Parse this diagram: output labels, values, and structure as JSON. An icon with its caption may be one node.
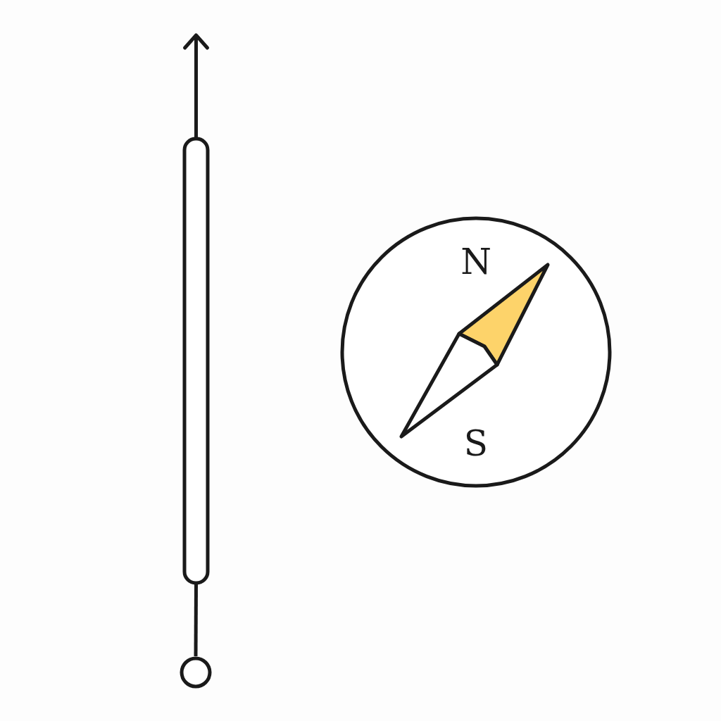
{
  "diagram": {
    "nodes": [
      {
        "text": [],
        "shape": "bar"
      },
      {
        "text": [],
        "shape": "circle"
      },
      {
        "text": [
          "N",
          "S"
        ]
      }
    ],
    "edges": [
      {
        "from": 0,
        "to": null,
        "arrow": "to"
      },
      {
        "from": 0,
        "to": 1,
        "arrow": "none"
      }
    ]
  }
}
